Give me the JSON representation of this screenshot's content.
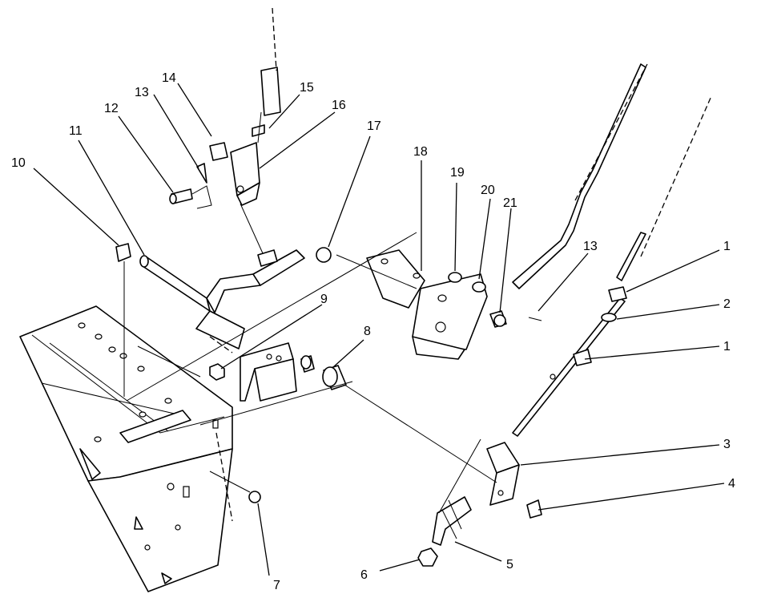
{
  "callouts": {
    "c1a": "1",
    "c2": "2",
    "c1b": "1",
    "c3": "3",
    "c4": "4",
    "c5": "5",
    "c6": "6",
    "c7": "7",
    "c8": "8",
    "c9": "9",
    "c10": "10",
    "c11": "11",
    "c12": "12",
    "c13a": "13",
    "c14": "14",
    "c15": "15",
    "c16": "16",
    "c17": "17",
    "c18": "18",
    "c19": "19",
    "c20": "20",
    "c21": "21",
    "c13b": "13"
  }
}
